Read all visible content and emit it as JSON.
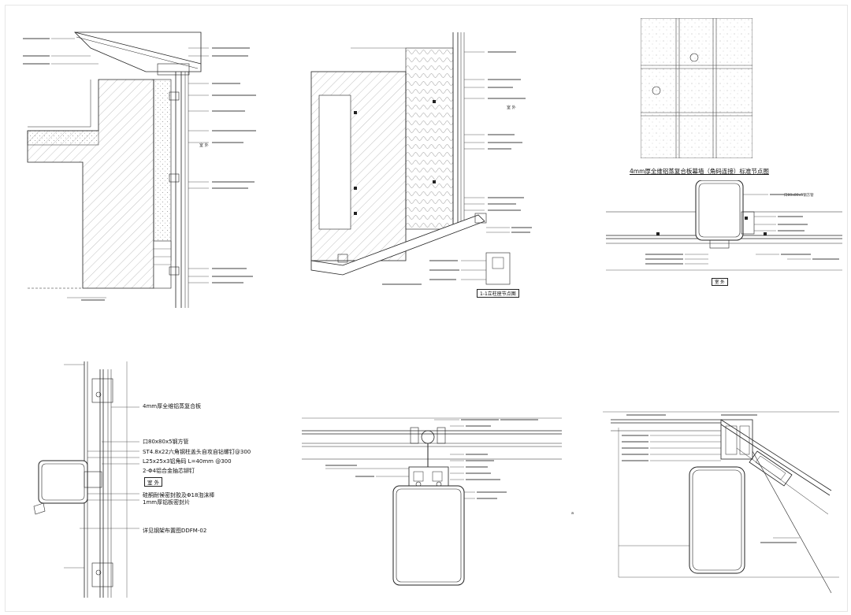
{
  "sheet": {
    "panel_tl": {
      "annotations": [
        "室 外"
      ]
    },
    "panel_tm": {
      "annotations": [
        "室 外"
      ],
      "caption": "1-1立柱座节点图"
    },
    "panel_tr": {
      "title": "4mm厚全维铝蒸复合板幕墙（角码连接）标准节点图",
      "labels": [
        "口80x80x5钢方管"
      ],
      "outdoor": "室 外"
    },
    "panel_bl": {
      "labels": [
        "4mm厚全维铝蒸复合板",
        "口80x80x5钢方管",
        "ST4.8x22六角钢柱盖头自攻自钻螺钉@300",
        "L25x25x3铝角码 L=40mm @300",
        "2-Φ4铝合金抽芯铆钉",
        "硅酮耐候密封胶及Φ18泡沫棒",
        "1mm厚铝板密封片",
        "详见钢架布置图DDFM-02"
      ],
      "outdoor": "室 外"
    },
    "page_marker": "a"
  }
}
